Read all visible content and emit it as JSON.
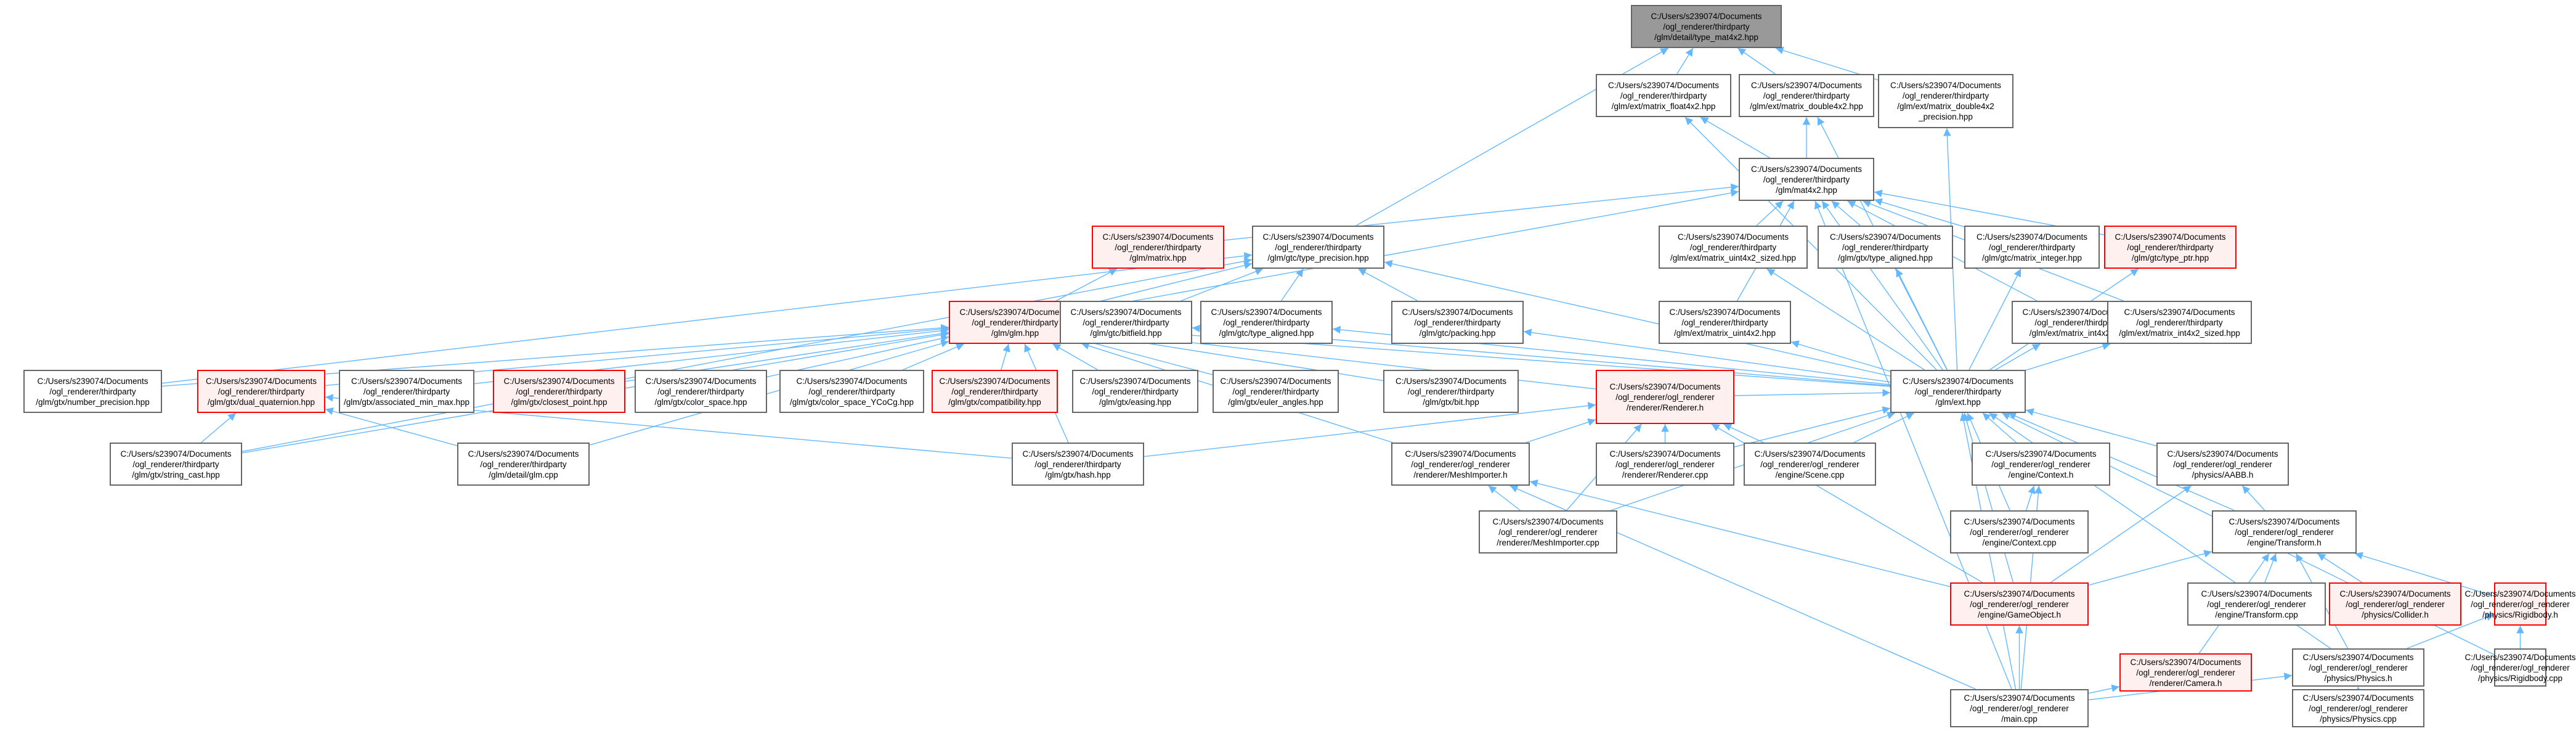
{
  "graph": {
    "edge_color": "#63b8ff",
    "node_border_color": "#666666",
    "highlight_border_color": "#ff0000",
    "highlight_fill_color": "#fff0f0",
    "root_fill_color": "#999999",
    "nodes": [
      {
        "id": "root",
        "lines": [
          "C:/Users/s239074/Documents",
          "/ogl_renderer/thirdparty",
          "/glm/detail/type_mat4x2.hpp"
        ],
        "style": "root"
      },
      {
        "id": "float4x2",
        "lines": [
          "C:/Users/s239074/Documents",
          "/ogl_renderer/thirdparty",
          "/glm/ext/matrix_float4x2.hpp"
        ],
        "style": "normal"
      },
      {
        "id": "double4x2",
        "lines": [
          "C:/Users/s239074/Documents",
          "/ogl_renderer/thirdparty",
          "/glm/ext/matrix_double4x2.hpp"
        ],
        "style": "normal"
      },
      {
        "id": "double4x2p",
        "lines": [
          "C:/Users/s239074/Documents",
          "/ogl_renderer/thirdparty",
          "/glm/ext/matrix_double4x2",
          "_precision.hpp"
        ],
        "style": "normal"
      },
      {
        "id": "mat4x2",
        "lines": [
          "C:/Users/s239074/Documents",
          "/ogl_renderer/thirdparty",
          "/glm/mat4x2.hpp"
        ],
        "style": "normal"
      },
      {
        "id": "matrix",
        "lines": [
          "C:/Users/s239074/Documents",
          "/ogl_renderer/thirdparty",
          "/glm/matrix.hpp"
        ],
        "style": "red"
      },
      {
        "id": "typeprec",
        "lines": [
          "C:/Users/s239074/Documents",
          "/ogl_renderer/thirdparty",
          "/glm/gtc/type_precision.hpp"
        ],
        "style": "normal"
      },
      {
        "id": "uint4x2s",
        "lines": [
          "C:/Users/s239074/Documents",
          "/ogl_renderer/thirdparty",
          "/glm/ext/matrix_uint4x2_sized.hpp"
        ],
        "style": "normal"
      },
      {
        "id": "typealigned_gtx",
        "lines": [
          "C:/Users/s239074/Documents",
          "/ogl_renderer/thirdparty",
          "/glm/gtx/type_aligned.hpp"
        ],
        "style": "normal"
      },
      {
        "id": "matint",
        "lines": [
          "C:/Users/s239074/Documents",
          "/ogl_renderer/thirdparty",
          "/glm/gtc/matrix_integer.hpp"
        ],
        "style": "normal"
      },
      {
        "id": "typeptr",
        "lines": [
          "C:/Users/s239074/Documents",
          "/ogl_renderer/thirdparty",
          "/glm/gtc/type_ptr.hpp"
        ],
        "style": "red"
      },
      {
        "id": "glm",
        "lines": [
          "C:/Users/s239074/Documents",
          "/ogl_renderer/thirdparty",
          "/glm/glm.hpp"
        ],
        "style": "red"
      },
      {
        "id": "bitfield",
        "lines": [
          "C:/Users/s239074/Documents",
          "/ogl_renderer/thirdparty",
          "/glm/gtc/bitfield.hpp"
        ],
        "style": "normal"
      },
      {
        "id": "typealigned_gtc",
        "lines": [
          "C:/Users/s239074/Documents",
          "/ogl_renderer/thirdparty",
          "/glm/gtc/type_aligned.hpp"
        ],
        "style": "normal"
      },
      {
        "id": "packing",
        "lines": [
          "C:/Users/s239074/Documents",
          "/ogl_renderer/thirdparty",
          "/glm/gtc/packing.hpp"
        ],
        "style": "normal"
      },
      {
        "id": "uint4x2",
        "lines": [
          "C:/Users/s239074/Documents",
          "/ogl_renderer/thirdparty",
          "/glm/ext/matrix_uint4x2.hpp"
        ],
        "style": "normal"
      },
      {
        "id": "int4x2",
        "lines": [
          "C:/Users/s239074/Documents",
          "/ogl_renderer/thirdparty",
          "/glm/ext/matrix_int4x2.hpp"
        ],
        "style": "normal"
      },
      {
        "id": "int4x2s",
        "lines": [
          "C:/Users/s239074/Documents",
          "/ogl_renderer/thirdparty",
          "/glm/ext/matrix_int4x2_sized.hpp"
        ],
        "style": "normal"
      },
      {
        "id": "numprec",
        "lines": [
          "C:/Users/s239074/Documents",
          "/ogl_renderer/thirdparty",
          "/glm/gtx/number_precision.hpp"
        ],
        "style": "normal"
      },
      {
        "id": "dualq",
        "lines": [
          "C:/Users/s239074/Documents",
          "/ogl_renderer/thirdparty",
          "/glm/gtx/dual_quaternion.hpp"
        ],
        "style": "red"
      },
      {
        "id": "assocminmax",
        "lines": [
          "C:/Users/s239074/Documents",
          "/ogl_renderer/thirdparty",
          "/glm/gtx/associated_min_max.hpp"
        ],
        "style": "normal"
      },
      {
        "id": "closestpt",
        "lines": [
          "C:/Users/s239074/Documents",
          "/ogl_renderer/thirdparty",
          "/glm/gtx/closest_point.hpp"
        ],
        "style": "red"
      },
      {
        "id": "colorspace",
        "lines": [
          "C:/Users/s239074/Documents",
          "/ogl_renderer/thirdparty",
          "/glm/gtx/color_space.hpp"
        ],
        "style": "normal"
      },
      {
        "id": "ycocg",
        "lines": [
          "C:/Users/s239074/Documents",
          "/ogl_renderer/thirdparty",
          "/glm/gtx/color_space_YCoCg.hpp"
        ],
        "style": "normal"
      },
      {
        "id": "compat",
        "lines": [
          "C:/Users/s239074/Documents",
          "/ogl_renderer/thirdparty",
          "/glm/gtx/compatibility.hpp"
        ],
        "style": "red"
      },
      {
        "id": "easing",
        "lines": [
          "C:/Users/s239074/Documents",
          "/ogl_renderer/thirdparty",
          "/glm/gtx/easing.hpp"
        ],
        "style": "normal"
      },
      {
        "id": "euler",
        "lines": [
          "C:/Users/s239074/Documents",
          "/ogl_renderer/thirdparty",
          "/glm/gtx/euler_angles.hpp"
        ],
        "style": "normal"
      },
      {
        "id": "gtxbit",
        "lines": [
          "C:/Users/s239074/Documents",
          "/ogl_renderer/thirdparty",
          "/glm/gtx/bit.hpp"
        ],
        "style": "normal"
      },
      {
        "id": "rendererh",
        "lines": [
          "C:/Users/s239074/Documents",
          "/ogl_renderer/ogl_renderer",
          "/renderer/Renderer.h"
        ],
        "style": "red"
      },
      {
        "id": "extp",
        "lines": [
          "C:/Users/s239074/Documents",
          "/ogl_renderer/thirdparty",
          "/glm/ext.hpp"
        ],
        "style": "normal"
      },
      {
        "id": "stringcast",
        "lines": [
          "C:/Users/s239074/Documents",
          "/ogl_renderer/thirdparty",
          "/glm/gtx/string_cast.hpp"
        ],
        "style": "normal"
      },
      {
        "id": "glmcpp",
        "lines": [
          "C:/Users/s239074/Documents",
          "/ogl_renderer/thirdparty",
          "/glm/detail/glm.cpp"
        ],
        "style": "normal"
      },
      {
        "id": "hash",
        "lines": [
          "C:/Users/s239074/Documents",
          "/ogl_renderer/thirdparty",
          "/glm/gtx/hash.hpp"
        ],
        "style": "normal"
      },
      {
        "id": "meshimph",
        "lines": [
          "C:/Users/s239074/Documents",
          "/ogl_renderer/ogl_renderer",
          "/renderer/MeshImporter.h"
        ],
        "style": "normal"
      },
      {
        "id": "renderercpp",
        "lines": [
          "C:/Users/s239074/Documents",
          "/ogl_renderer/ogl_renderer",
          "/renderer/Renderer.cpp"
        ],
        "style": "normal"
      },
      {
        "id": "scenecpp",
        "lines": [
          "C:/Users/s239074/Documents",
          "/ogl_renderer/ogl_renderer",
          "/engine/Scene.cpp"
        ],
        "style": "normal"
      },
      {
        "id": "contexth",
        "lines": [
          "C:/Users/s239074/Documents",
          "/ogl_renderer/ogl_renderer",
          "/engine/Context.h"
        ],
        "style": "normal"
      },
      {
        "id": "aabbh",
        "lines": [
          "C:/Users/s239074/Documents",
          "/ogl_renderer/ogl_renderer",
          "/physics/AABB.h"
        ],
        "style": "normal"
      },
      {
        "id": "meshimpcpp",
        "lines": [
          "C:/Users/s239074/Documents",
          "/ogl_renderer/ogl_renderer",
          "/renderer/MeshImporter.cpp"
        ],
        "style": "normal"
      },
      {
        "id": "contextcpp",
        "lines": [
          "C:/Users/s239074/Documents",
          "/ogl_renderer/ogl_renderer",
          "/engine/Context.cpp"
        ],
        "style": "normal"
      },
      {
        "id": "transformh",
        "lines": [
          "C:/Users/s239074/Documents",
          "/ogl_renderer/ogl_renderer",
          "/engine/Transform.h"
        ],
        "style": "normal"
      },
      {
        "id": "gameobjh",
        "lines": [
          "C:/Users/s239074/Documents",
          "/ogl_renderer/ogl_renderer",
          "/engine/GameObject.h"
        ],
        "style": "red"
      },
      {
        "id": "transformcpp",
        "lines": [
          "C:/Users/s239074/Documents",
          "/ogl_renderer/ogl_renderer",
          "/engine/Transform.cpp"
        ],
        "style": "normal"
      },
      {
        "id": "colliderh",
        "lines": [
          "C:/Users/s239074/Documents",
          "/ogl_renderer/ogl_renderer",
          "/physics/Collider.h"
        ],
        "style": "red"
      },
      {
        "id": "rigidbodyh",
        "lines": [
          "C:/Users/s239074/Documents",
          "/ogl_renderer/ogl_renderer",
          "/physics/Rigidbody.h"
        ],
        "style": "red"
      },
      {
        "id": "camerah",
        "lines": [
          "C:/Users/s239074/Documents",
          "/ogl_renderer/ogl_renderer",
          "/renderer/Camera.h"
        ],
        "style": "red"
      },
      {
        "id": "physicsh",
        "lines": [
          "C:/Users/s239074/Documents",
          "/ogl_renderer/ogl_renderer",
          "/physics/Physics.h"
        ],
        "style": "normal"
      },
      {
        "id": "rigidbodycpp",
        "lines": [
          "C:/Users/s239074/Documents",
          "/ogl_renderer/ogl_renderer",
          "/physics/Rigidbody.cpp"
        ],
        "style": "normal"
      },
      {
        "id": "maincpp",
        "lines": [
          "C:/Users/s239074/Documents",
          "/ogl_renderer/ogl_renderer",
          "/main.cpp"
        ],
        "style": "normal"
      },
      {
        "id": "physicscpp",
        "lines": [
          "C:/Users/s239074/Documents",
          "/ogl_renderer/ogl_renderer",
          "/physics/Physics.cpp"
        ],
        "style": "normal"
      }
    ],
    "edges": [
      [
        "float4x2",
        "root"
      ],
      [
        "double4x2",
        "root"
      ],
      [
        "double4x2p",
        "root"
      ],
      [
        "typeprec",
        "root"
      ],
      [
        "mat4x2",
        "float4x2"
      ],
      [
        "mat4x2",
        "double4x2"
      ],
      [
        "extp",
        "float4x2"
      ],
      [
        "extp",
        "double4x2"
      ],
      [
        "extp",
        "double4x2p"
      ],
      [
        "matrix",
        "mat4x2"
      ],
      [
        "glm",
        "mat4x2"
      ],
      [
        "uint4x2s",
        "mat4x2"
      ],
      [
        "typealigned_gtx",
        "mat4x2"
      ],
      [
        "matint",
        "mat4x2"
      ],
      [
        "typeptr",
        "mat4x2"
      ],
      [
        "uint4x2",
        "mat4x2"
      ],
      [
        "int4x2",
        "mat4x2"
      ],
      [
        "int4x2s",
        "mat4x2"
      ],
      [
        "extp",
        "mat4x2"
      ],
      [
        "maincpp",
        "mat4x2"
      ],
      [
        "glm",
        "matrix"
      ],
      [
        "glm",
        "typeprec"
      ],
      [
        "bitfield",
        "typeprec"
      ],
      [
        "typealigned_gtc",
        "typeprec"
      ],
      [
        "packing",
        "typeprec"
      ],
      [
        "extp",
        "typeprec"
      ],
      [
        "numprec",
        "typeprec"
      ],
      [
        "stringcast",
        "typeprec"
      ],
      [
        "extp",
        "uint4x2s"
      ],
      [
        "extp",
        "typealigned_gtx"
      ],
      [
        "extp",
        "matint"
      ],
      [
        "extp",
        "typeptr"
      ],
      [
        "extp",
        "uint4x2"
      ],
      [
        "extp",
        "int4x2"
      ],
      [
        "extp",
        "int4x2s"
      ],
      [
        "extp",
        "bitfield"
      ],
      [
        "extp",
        "typealigned_gtc"
      ],
      [
        "extp",
        "packing"
      ],
      [
        "numprec",
        "glm"
      ],
      [
        "dualq",
        "glm"
      ],
      [
        "assocminmax",
        "glm"
      ],
      [
        "closestpt",
        "glm"
      ],
      [
        "colorspace",
        "glm"
      ],
      [
        "ycocg",
        "glm"
      ],
      [
        "compat",
        "glm"
      ],
      [
        "easing",
        "glm"
      ],
      [
        "euler",
        "glm"
      ],
      [
        "gtxbit",
        "glm"
      ],
      [
        "rendererh",
        "glm"
      ],
      [
        "extp",
        "glm"
      ],
      [
        "stringcast",
        "glm"
      ],
      [
        "glmcpp",
        "glm"
      ],
      [
        "hash",
        "glm"
      ],
      [
        "meshimph",
        "glm"
      ],
      [
        "glmcpp",
        "dualq"
      ],
      [
        "hash",
        "dualq"
      ],
      [
        "stringcast",
        "dualq"
      ],
      [
        "meshimph",
        "rendererh"
      ],
      [
        "renderercpp",
        "rendererh"
      ],
      [
        "scenecpp",
        "rendererh"
      ],
      [
        "meshimpcpp",
        "rendererh"
      ],
      [
        "gameobjh",
        "rendererh"
      ],
      [
        "hash",
        "rendererh"
      ],
      [
        "rendererh",
        "extp"
      ],
      [
        "renderercpp",
        "extp"
      ],
      [
        "scenecpp",
        "extp"
      ],
      [
        "contexth",
        "extp"
      ],
      [
        "aabbh",
        "extp"
      ],
      [
        "meshimpcpp",
        "extp"
      ],
      [
        "contextcpp",
        "extp"
      ],
      [
        "transformh",
        "extp"
      ],
      [
        "gameobjh",
        "extp"
      ],
      [
        "physicsh",
        "extp"
      ],
      [
        "rigidbodycpp",
        "extp"
      ],
      [
        "maincpp",
        "extp"
      ],
      [
        "meshimpcpp",
        "meshimph"
      ],
      [
        "gameobjh",
        "meshimph"
      ],
      [
        "maincpp",
        "meshimph"
      ],
      [
        "contextcpp",
        "contexth"
      ],
      [
        "maincpp",
        "contexth"
      ],
      [
        "gameobjh",
        "aabbh"
      ],
      [
        "transformh",
        "aabbh"
      ],
      [
        "gameobjh",
        "transformh"
      ],
      [
        "transformcpp",
        "transformh"
      ],
      [
        "colliderh",
        "transformh"
      ],
      [
        "rigidbodyh",
        "transformh"
      ],
      [
        "physicsh",
        "transformh"
      ],
      [
        "camerah",
        "transformh"
      ],
      [
        "maincpp",
        "gameobjh"
      ],
      [
        "physicsh",
        "rigidbodyh"
      ],
      [
        "rigidbodycpp",
        "rigidbodyh"
      ],
      [
        "maincpp",
        "camerah"
      ],
      [
        "maincpp",
        "physicsh"
      ],
      [
        "physicscpp",
        "physicsh"
      ]
    ]
  }
}
